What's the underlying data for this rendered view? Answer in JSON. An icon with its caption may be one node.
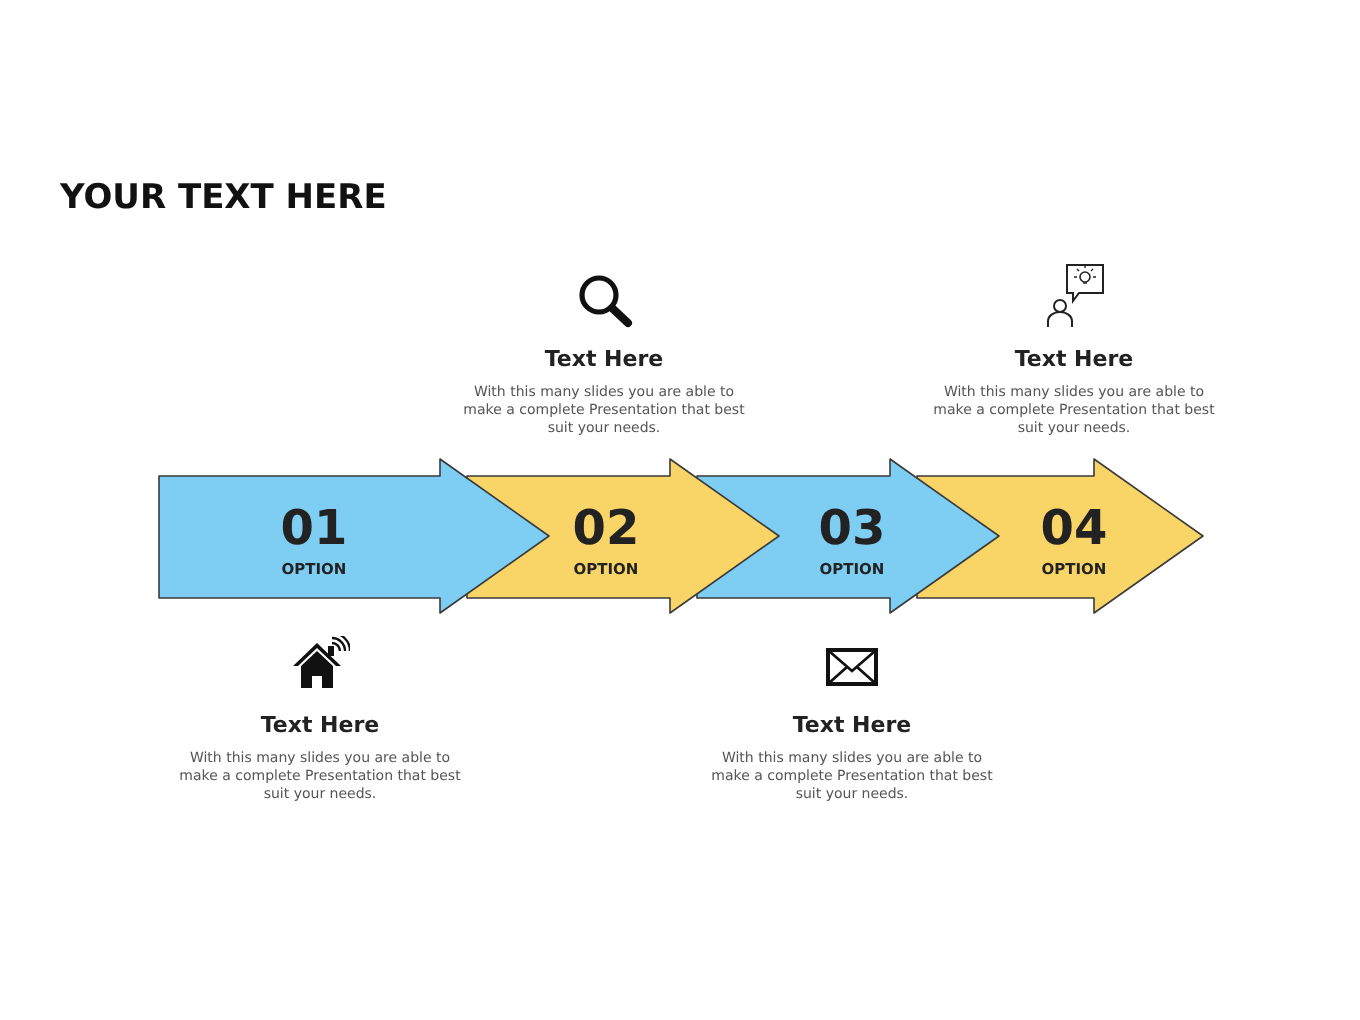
{
  "diagram": {
    "title": "YOUR TEXT HERE",
    "nodes": [
      {
        "text": [
          "01",
          "OPTION"
        ]
      },
      {
        "text": [
          "02",
          "OPTION"
        ]
      },
      {
        "text": [
          "03",
          "OPTION"
        ]
      },
      {
        "text": [
          "04",
          "OPTION"
        ]
      }
    ],
    "labels": [
      "Text Here",
      "With this many slides you are able to make a complete Presentation that best suit your needs.",
      "Text Here",
      "With this many slides you are able to make a complete Presentation that best suit your needs.",
      "Text Here",
      "With this many slides you are able to make a complete Presentation that best suit your needs.",
      "Text Here",
      "With this many slides you are able to make a complete Presentation that best suit your needs."
    ]
  }
}
